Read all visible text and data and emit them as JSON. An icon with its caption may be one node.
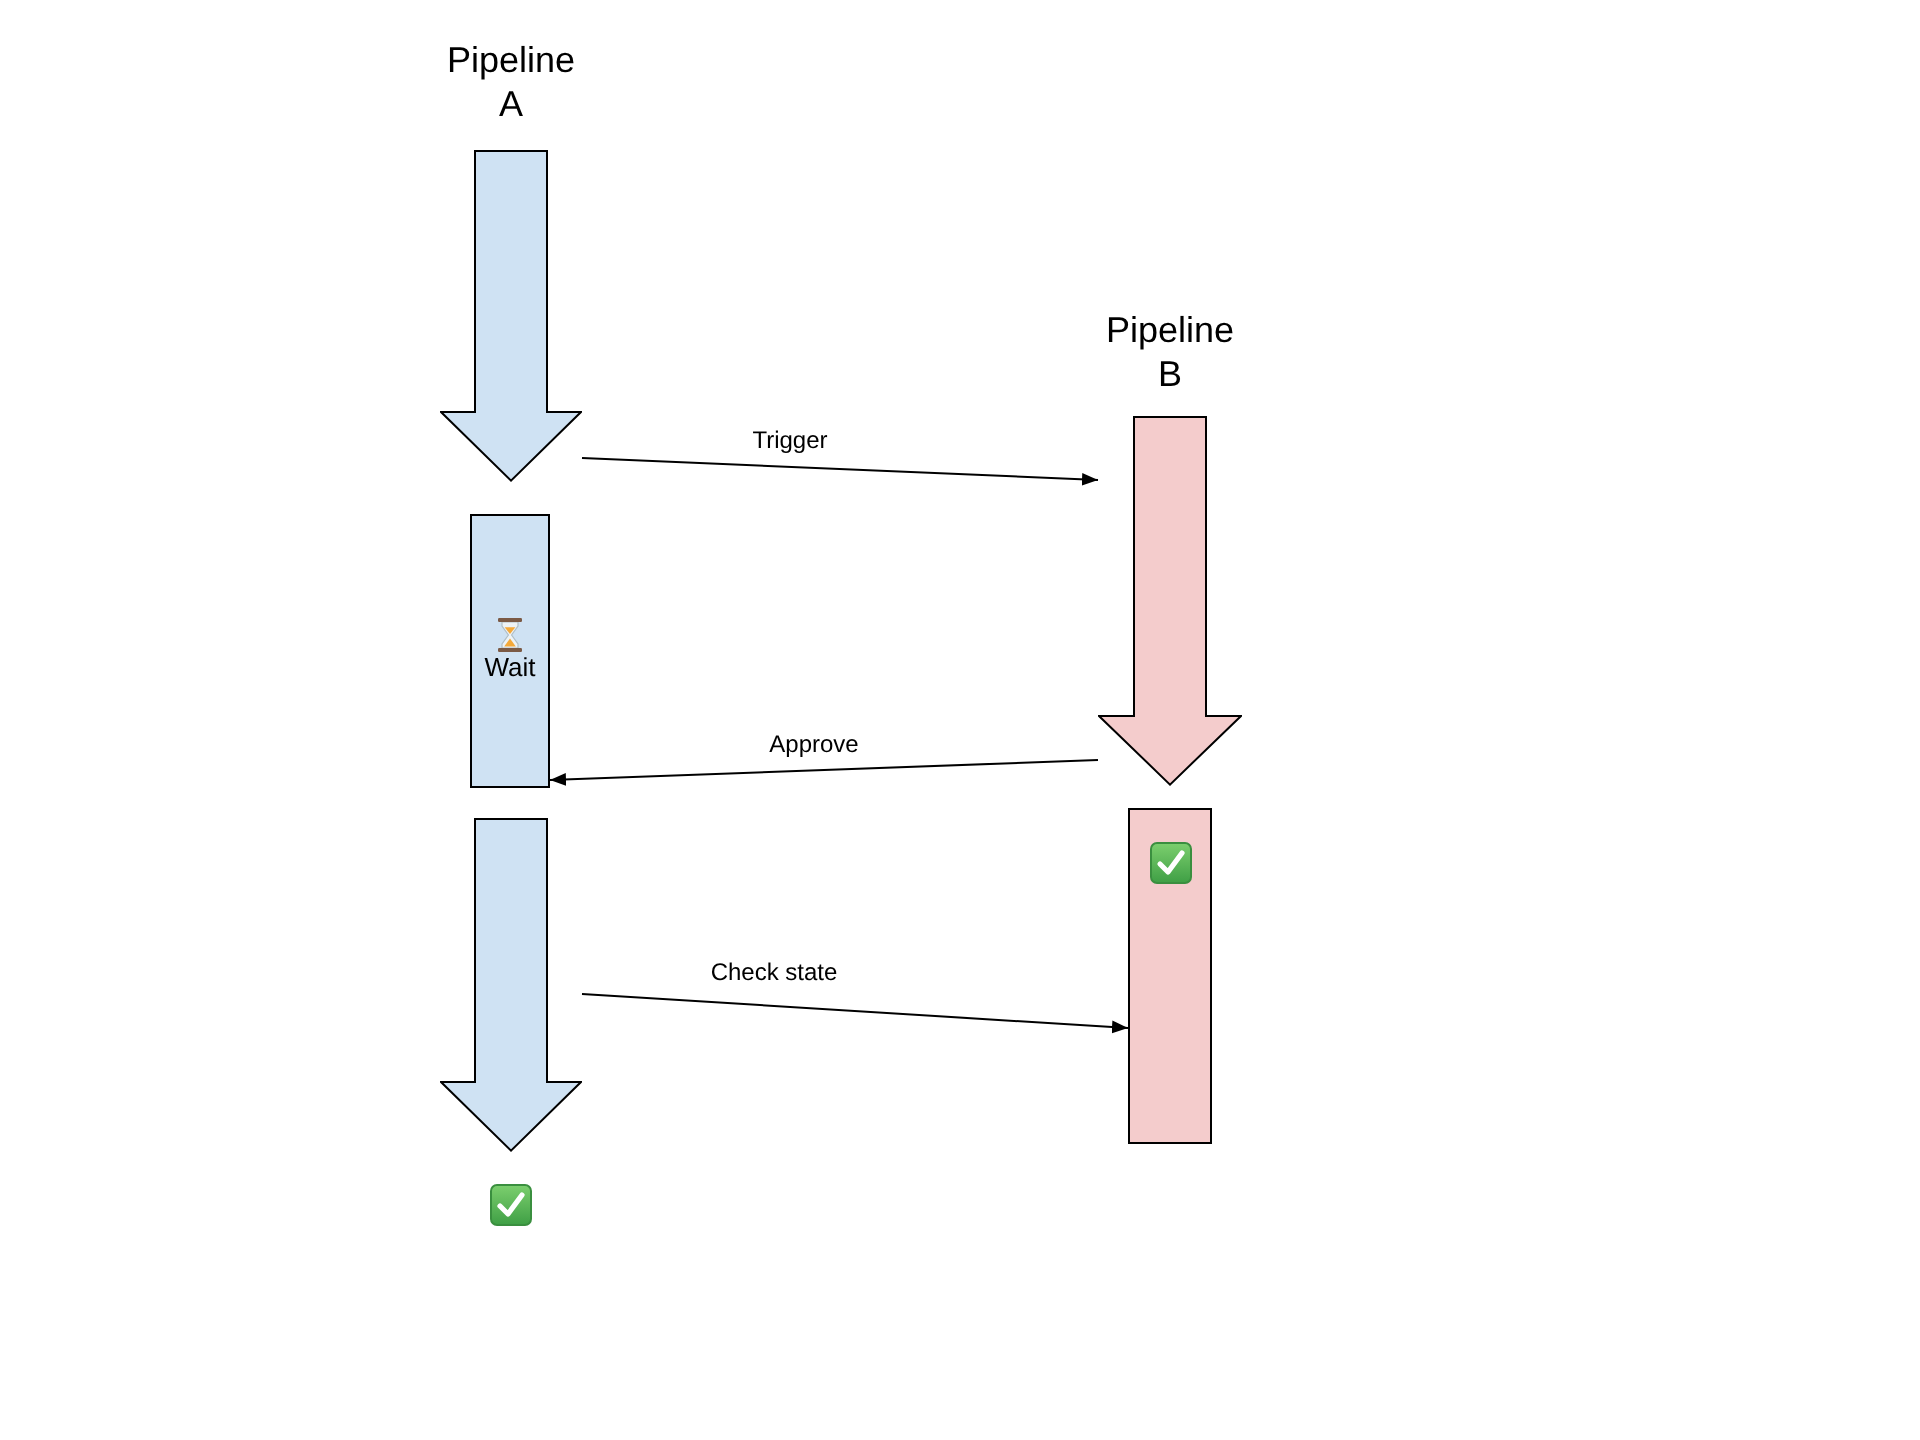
{
  "diagram": {
    "nodes": [
      {
        "text": [
          "Pipeline A"
        ]
      },
      {
        "text": [
          "Wait"
        ]
      },
      {
        "text": [],
        "shape": "arrow"
      },
      {
        "text": [
          "Pipeline B"
        ]
      },
      {
        "text": [],
        "shape": "box"
      }
    ],
    "edges": [
      {
        "from": 0,
        "to": 3,
        "arrow": "to",
        "label": "Trigger"
      },
      {
        "from": 3,
        "to": 1,
        "arrow": "to",
        "label": "Approve"
      },
      {
        "from": 2,
        "to": 4,
        "arrow": "to",
        "label": "Check state"
      }
    ]
  }
}
